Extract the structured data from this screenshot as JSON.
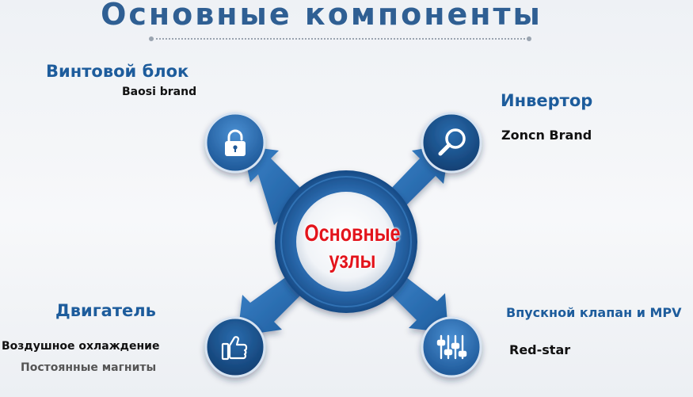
{
  "title": "Основные компоненты",
  "center": {
    "line1": "Основные",
    "line2": "узлы"
  },
  "nodes": {
    "screw_block": {
      "heading": "Винтовой блок",
      "sub": "Baosi brand",
      "icon": "lock-icon"
    },
    "inverter": {
      "heading": "Инвертор",
      "sub": "Zoncn Brand",
      "icon": "search-icon"
    },
    "motor": {
      "heading": "Двигатель",
      "sub1": "Воздушное охлаждение",
      "sub2": "Постоянные магниты",
      "icon": "thumbs-up-icon"
    },
    "valve": {
      "heading": "Впускной клапан и MPV",
      "sub": "Red-star",
      "icon": "sliders-icon"
    }
  },
  "colors": {
    "title": "#2f5f93",
    "heading": "#1d5c9c",
    "ring": "#1d5a9e",
    "arrow": "#2a6fb5",
    "center_text": "#e3141c"
  }
}
